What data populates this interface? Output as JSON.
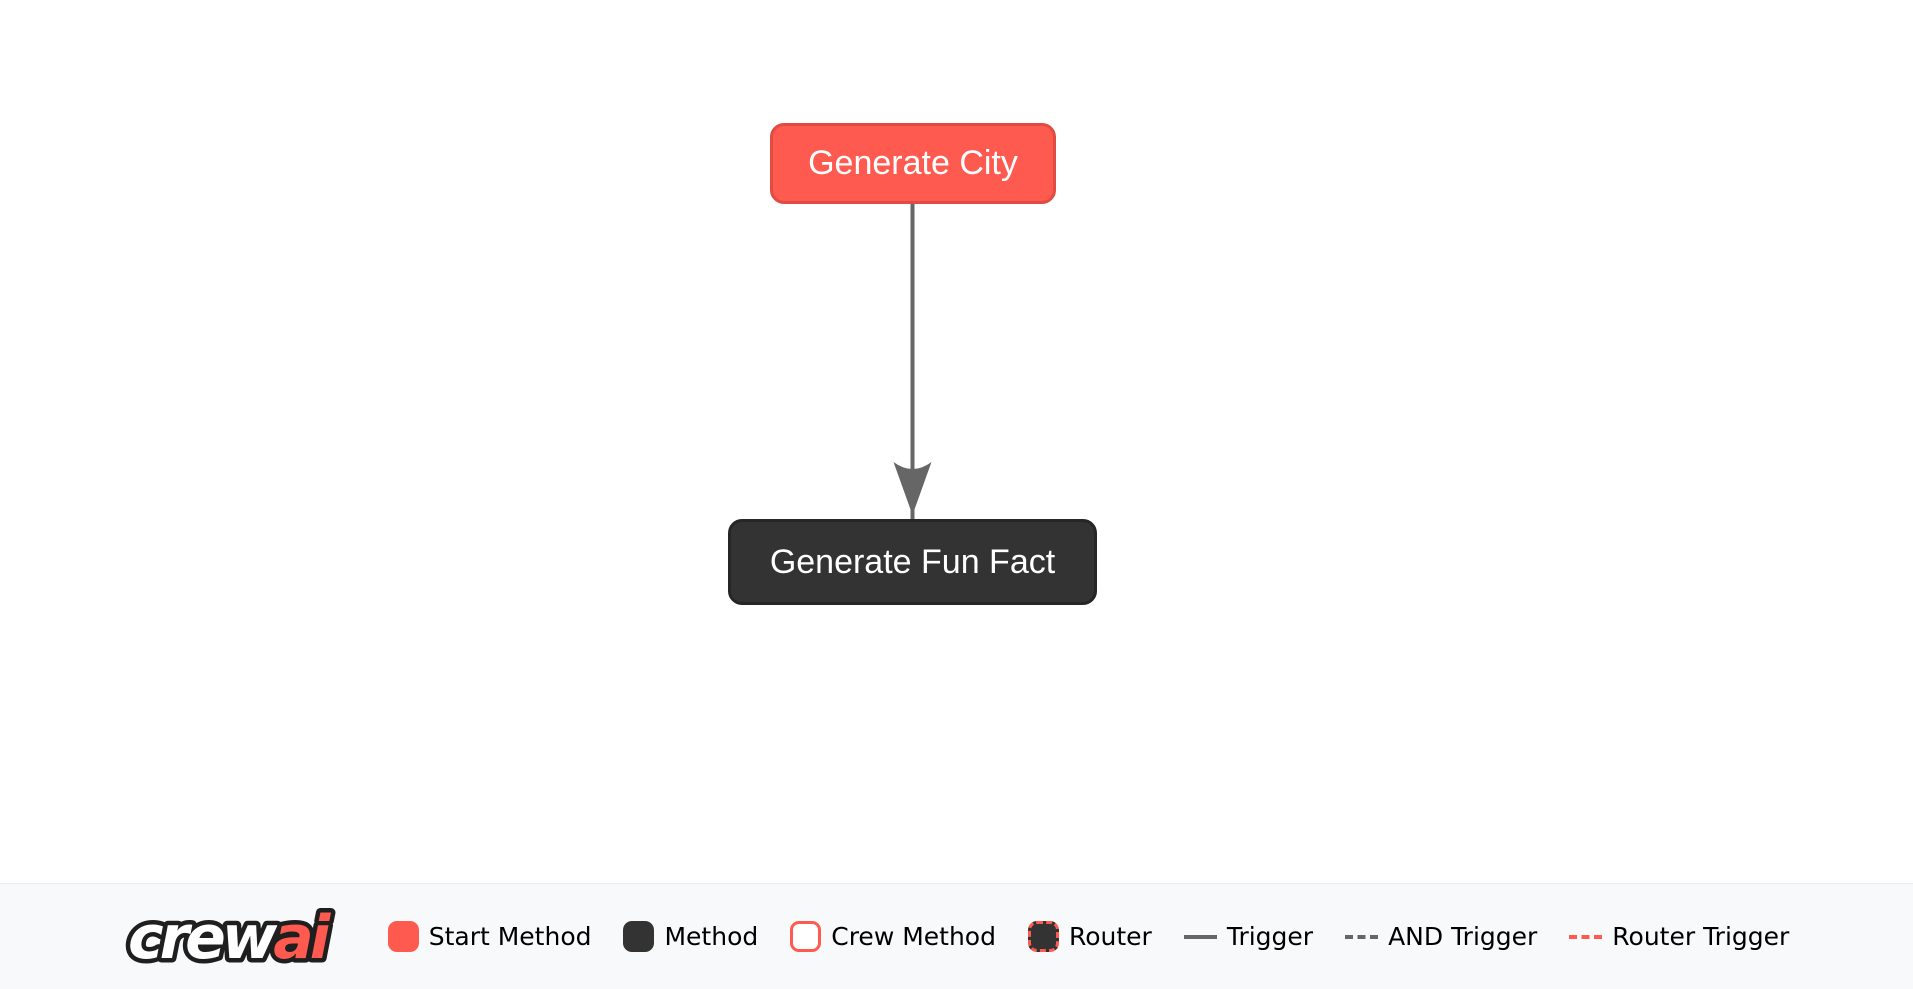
{
  "page": {
    "background": "#FFFFFF"
  },
  "flow": {
    "nodes": [
      {
        "id": "generate_city",
        "label": "Generate City",
        "type": "start-method",
        "bg": "#FF5A50",
        "border": "#E04B42",
        "text_color": "#FFFFFF"
      },
      {
        "id": "generate_fun_fact",
        "label": "Generate Fun Fact",
        "type": "method",
        "bg": "#333333",
        "border": "#262626",
        "text_color": "#FFFFFF"
      }
    ],
    "edges": [
      {
        "from": "generate_city",
        "to": "generate_fun_fact",
        "type": "trigger",
        "color": "#666666"
      }
    ]
  },
  "footer": {
    "background": "#F8F9FA",
    "logo": {
      "part1": "crew",
      "part2": "ai",
      "part1_color": "#FFFFFF",
      "part2_color": "#FF5A50",
      "outline_color": "#1F1F1F"
    },
    "legend": {
      "items": [
        {
          "label": "Start Method",
          "type": "start-method",
          "swatch_color": "#FF5A50"
        },
        {
          "label": "Method",
          "type": "method",
          "swatch_color": "#333333"
        },
        {
          "label": "Crew Method",
          "type": "crew-method",
          "swatch_color": "#FFFFFF",
          "swatch_border": "#FF5A50"
        },
        {
          "label": "Router",
          "type": "router",
          "swatch_color": "#333333",
          "swatch_border": "#FF5A50"
        },
        {
          "label": "Trigger",
          "type": "trigger",
          "line_color": "#666666",
          "line_style": "solid"
        },
        {
          "label": "AND Trigger",
          "type": "and-trigger",
          "line_color": "#666666",
          "line_style": "dashed"
        },
        {
          "label": "Router Trigger",
          "type": "router-trigger",
          "line_color": "#FF5A50",
          "line_style": "dashed"
        }
      ]
    }
  }
}
